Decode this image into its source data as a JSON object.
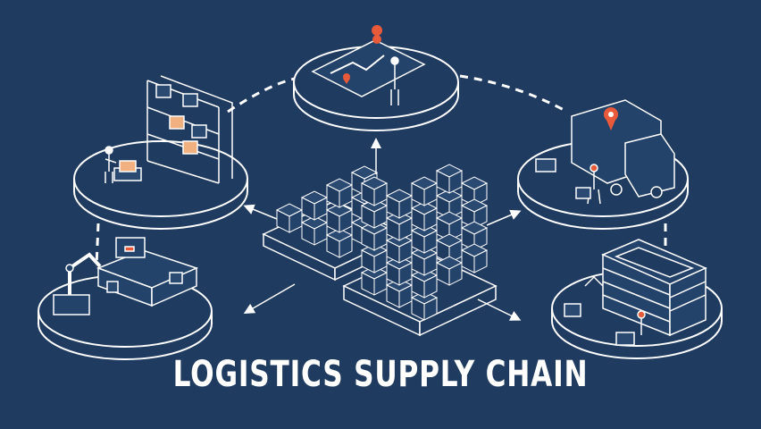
{
  "title": "LOGISTICS SUPPLY CHAIN",
  "colors": {
    "background": "#1f3b60",
    "line": "#ffffff",
    "accent": "#e85a3a",
    "box": "#f0b080"
  },
  "stations": [
    {
      "name": "warehouse-shelving-station",
      "icon": "shelf-icon"
    },
    {
      "name": "route-tracking-station",
      "icon": "map-pin-icon"
    },
    {
      "name": "delivery-truck-station",
      "icon": "truck-icon"
    },
    {
      "name": "robotic-arm-conveyor-station",
      "icon": "robot-arm-icon"
    },
    {
      "name": "distribution-center-station",
      "icon": "building-icon"
    }
  ]
}
